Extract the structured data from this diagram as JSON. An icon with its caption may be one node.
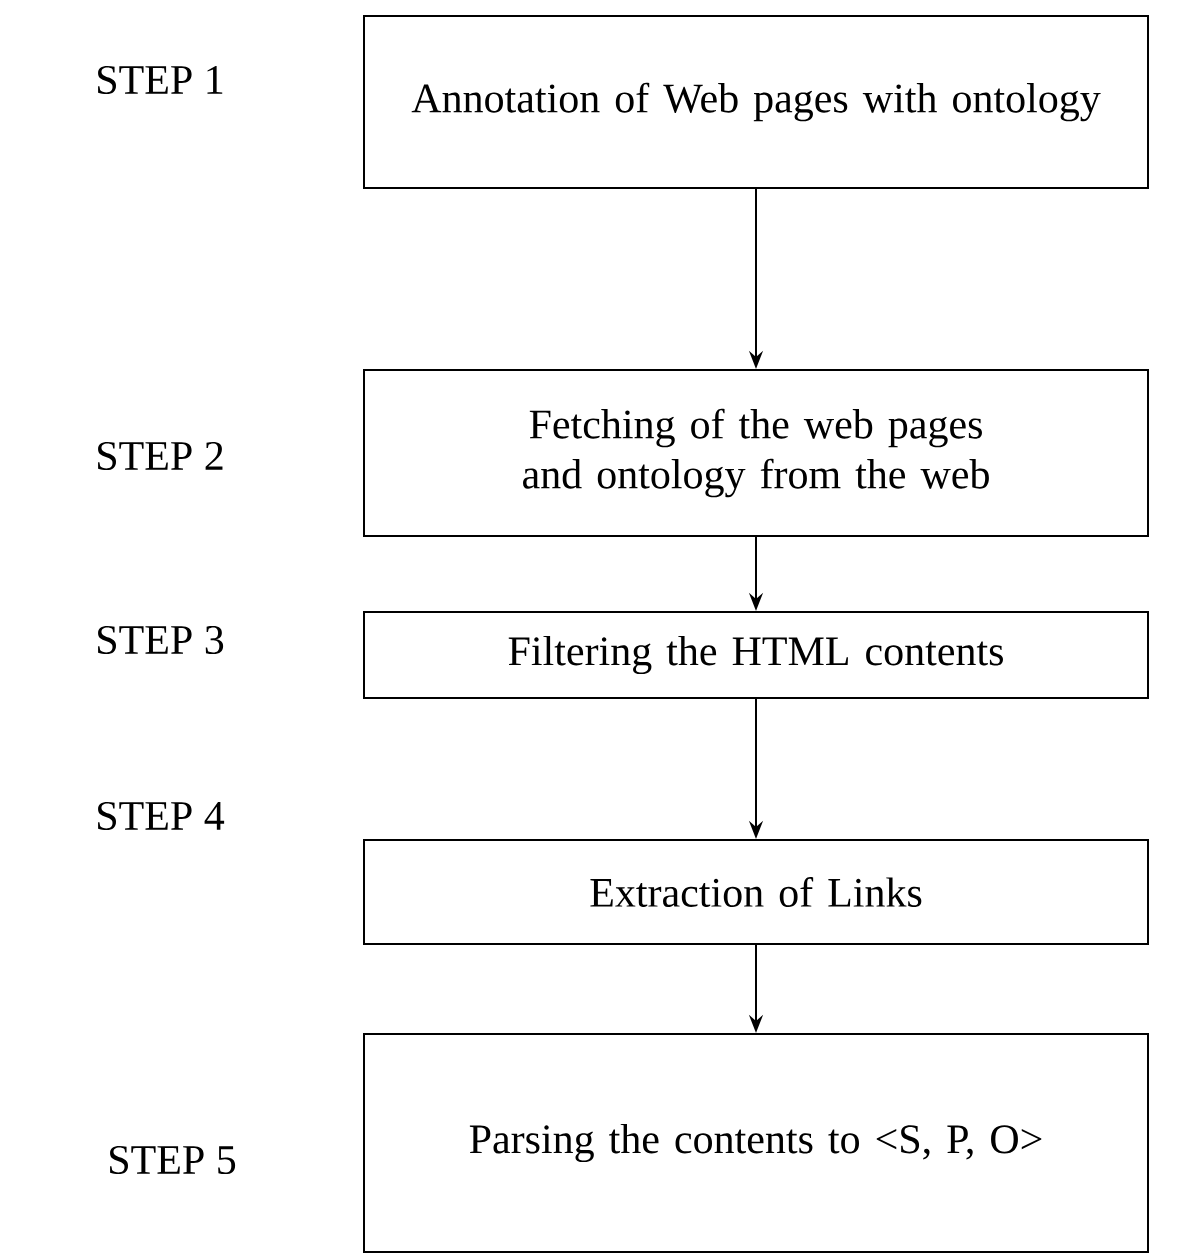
{
  "diagram": {
    "nodes": [
      {
        "text": [
          "Annotation of Web pages with ontology"
        ]
      },
      {
        "text": [
          "Fetching of the web pages and ontology from the web"
        ]
      },
      {
        "text": [
          "Filtering the HTML contents"
        ]
      },
      {
        "text": [
          "Extraction of Links"
        ]
      },
      {
        "text": [
          "Parsing the contents to <S, P, O>"
        ]
      }
    ],
    "edges": [
      {
        "from": 0,
        "to": 1,
        "arrow": "to"
      },
      {
        "from": 1,
        "to": 2,
        "arrow": "to"
      },
      {
        "from": 2,
        "to": 3,
        "arrow": "to"
      },
      {
        "from": 3,
        "to": 4,
        "arrow": "to"
      }
    ],
    "labels": [
      "STEP 1",
      "STEP 2",
      "STEP 3",
      "STEP 4",
      "STEP 5"
    ]
  }
}
